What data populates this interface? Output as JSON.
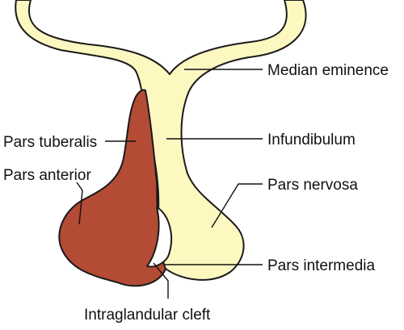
{
  "colors": {
    "posterior_fill": "#FDF7C0",
    "anterior_fill": "#B34B35",
    "outline": "#1a1a1a",
    "cleft_fill": "#ffffff",
    "background": "#ffffff"
  },
  "labels": {
    "median_eminence": "Median eminence",
    "infundibulum": "Infundibulum",
    "pars_tuberalis": "Pars tuberalis",
    "pars_anterior": "Pars anterior",
    "pars_nervosa": "Pars nervosa",
    "pars_intermedia": "Pars intermedia",
    "intraglandular_cleft": "Intraglandular cleft"
  }
}
